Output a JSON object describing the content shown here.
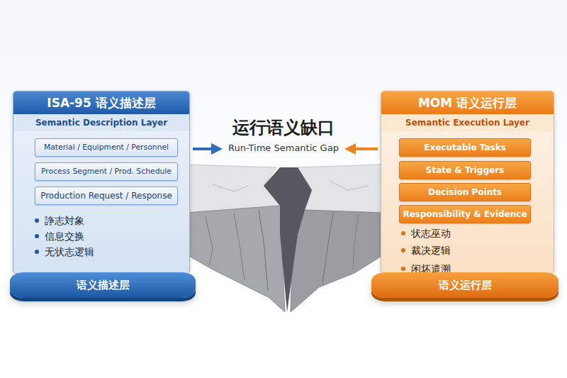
{
  "diagram": {
    "title": "运行语义缺口",
    "nodes": [
      {
        "text": [
          "ISA-95 语义描述层",
          "Semantic Description Layer",
          "諍志対象",
          "信息交换",
          "无状志逻辑"
        ]
      },
      {
        "text": [
          "Material / Equipment / Personnel"
        ],
        "in": 0
      },
      {
        "text": [
          "Process Segment / Prod. Schedule"
        ],
        "in": 0
      },
      {
        "text": [
          "Production Request / Response"
        ],
        "in": 0
      },
      {
        "text": [
          "语义描述层"
        ]
      },
      {
        "text": [
          "MOM 语义运行层",
          "Semantic Execution Layer",
          "状志巫动",
          "裁决逻辑",
          "闲坏遣溯"
        ]
      },
      {
        "text": [
          "Executable Tasks"
        ],
        "in": 5
      },
      {
        "text": [
          "State & Triggers"
        ],
        "in": 5
      },
      {
        "text": [
          "Decision Points"
        ],
        "in": 5
      },
      {
        "text": [
          "Responsibility & Evidence"
        ],
        "in": 5
      },
      {
        "text": [
          "语义运行层"
        ]
      }
    ],
    "labels": [
      "Run-Time Semantic Gap"
    ]
  }
}
